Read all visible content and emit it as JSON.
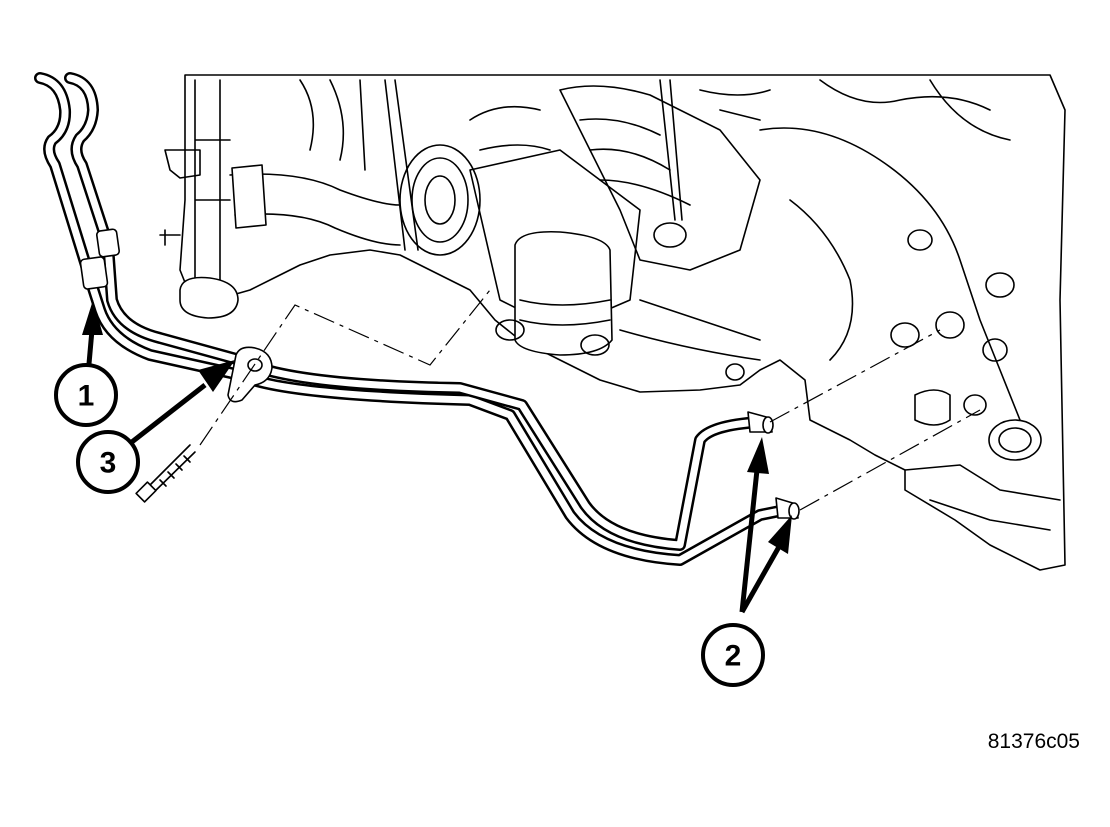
{
  "callouts": [
    {
      "label": "1"
    },
    {
      "label": "2"
    },
    {
      "label": "3"
    }
  ],
  "figure": {
    "part_number": "81376c05"
  }
}
